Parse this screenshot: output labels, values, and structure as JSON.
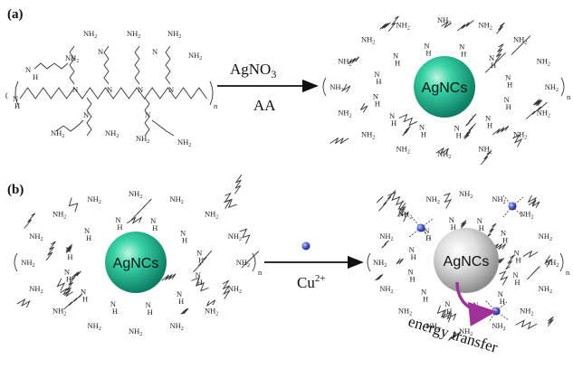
{
  "panels": {
    "a": {
      "label": "(a)",
      "reagent_top": "AgNO",
      "reagent_top_sub": "3",
      "reagent_bottom": "AA",
      "particle": "AgNCs"
    },
    "b": {
      "label": "(b)",
      "reagent_bottom": "Cu",
      "reagent_bottom_sup": "2+",
      "particle_left": "AgNCs",
      "particle_right": "AgNCs",
      "caption": "energy transfer"
    }
  },
  "chem_labels": {
    "amine": "NH",
    "amine_sub": "2",
    "h": "H",
    "n": "N",
    "repeat": "n"
  },
  "colors": {
    "teal_particle": "#1fb58f",
    "grey_particle": "#c8c8c8",
    "copper_ion": "#3a4fb8",
    "arrow_magenta": "#a0309a"
  }
}
